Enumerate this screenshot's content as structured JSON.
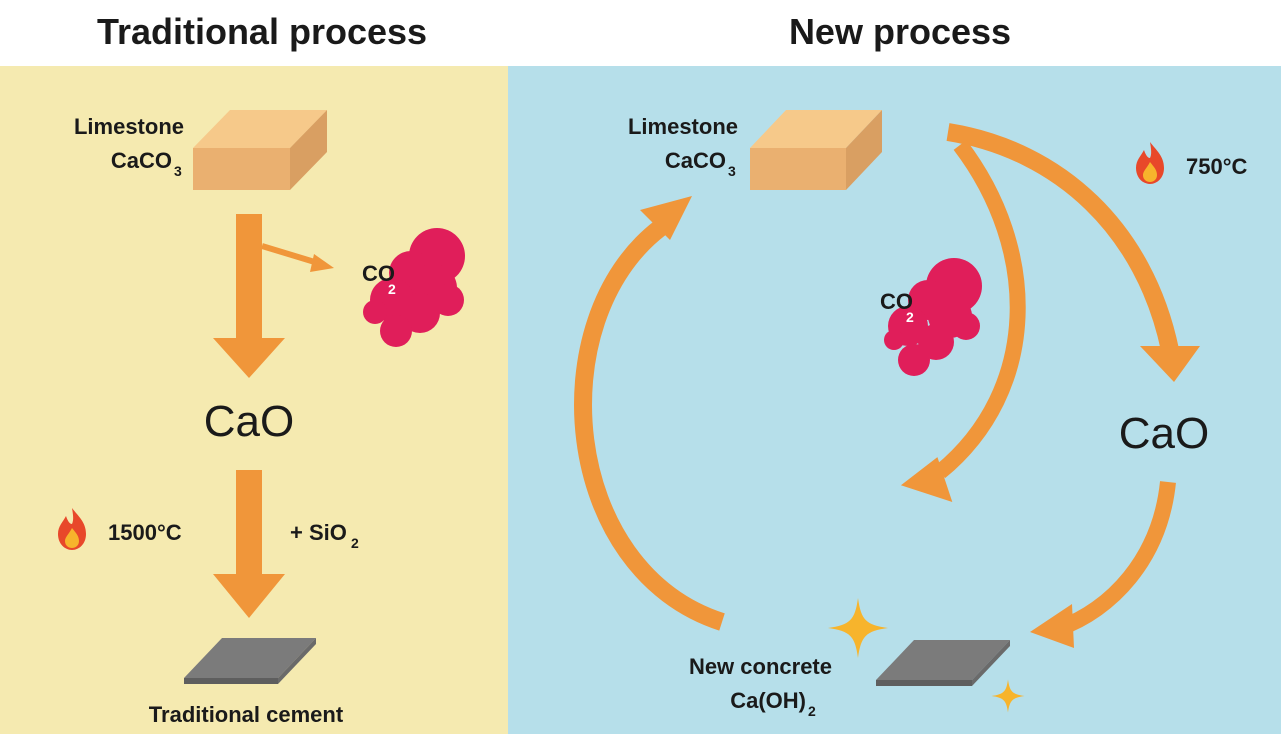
{
  "left": {
    "title": "Traditional process",
    "limestone": "Limestone",
    "formula_main": "CaCO",
    "formula_sub": "3",
    "co2_main": "CO",
    "co2_sub": "2",
    "cao": "CaO",
    "temperature": "1500°C",
    "additive_main": "+ SiO",
    "additive_sub": "2",
    "product": "Traditional cement"
  },
  "right": {
    "title": "New process",
    "limestone": "Limestone",
    "formula_main": "CaCO",
    "formula_sub": "3",
    "co2_main": "CO",
    "co2_sub": "2",
    "temperature": "750°C",
    "cao": "CaO",
    "product_line1": "New concrete",
    "product_main": "Ca(OH)",
    "product_sub": "2"
  },
  "colors": {
    "left_panel": "#f5eab0",
    "right_panel": "#b6dfea",
    "arrow": "#f0963a",
    "co2_cloud": "#e01e5a",
    "limestone_top": "#f6c98a",
    "limestone_front": "#eab070",
    "limestone_side": "#d99f62",
    "slab": "#7b7b7b",
    "sparkle": "#f7b42c",
    "flame": "#e8482a"
  },
  "icons": {
    "flame": "flame-icon",
    "sparkle": "sparkle-icon",
    "cloud": "co2-cloud-icon"
  }
}
